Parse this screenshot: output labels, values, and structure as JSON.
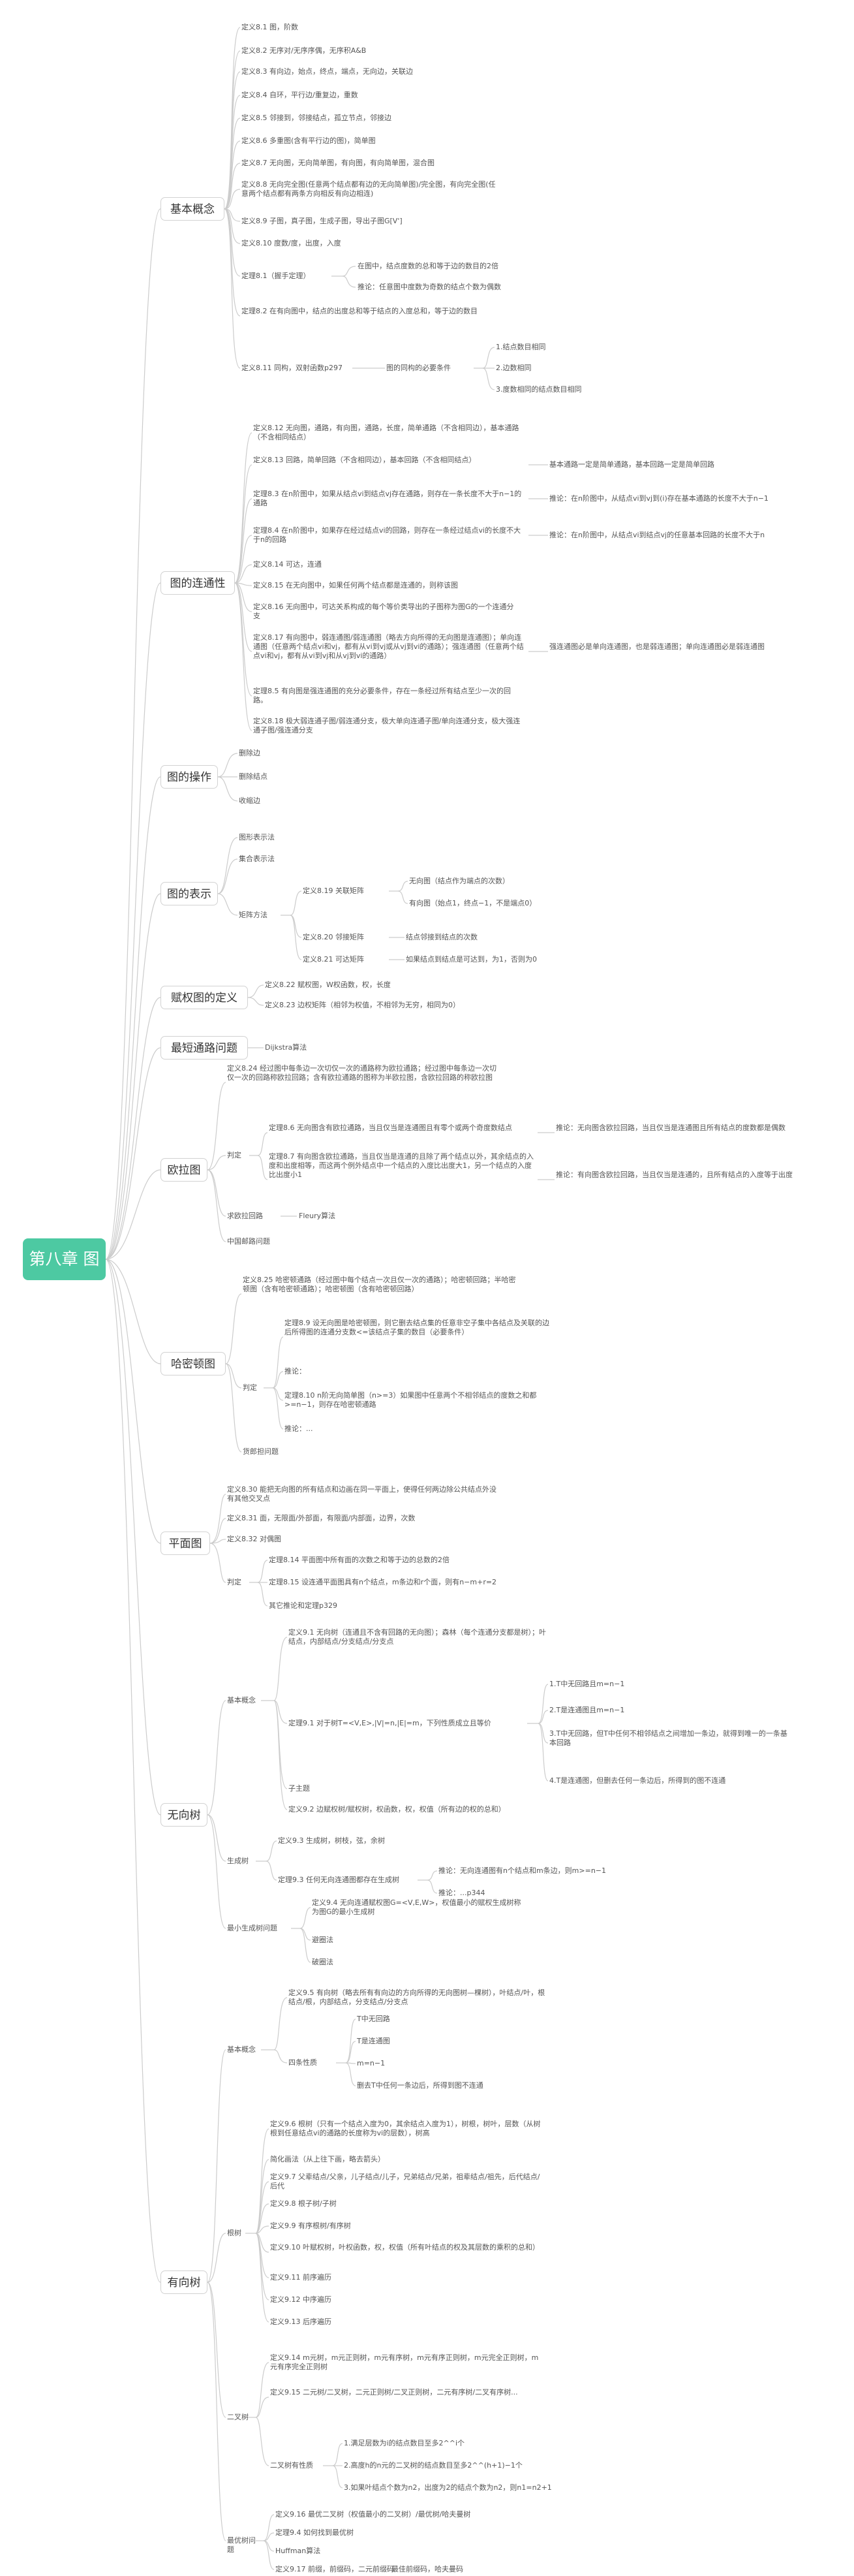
{
  "root": "第八章 图",
  "branches": {
    "basic": "基本概念",
    "conn": "图的连通性",
    "ops": "图的操作",
    "repr": "图的表示",
    "weighted": "赋权图的定义",
    "shortest": "最短通路问题",
    "euler": "欧拉图",
    "hamilton": "哈密顿图",
    "planar": "平面图",
    "utree": "无向树",
    "dtree": "有向树"
  },
  "basic": {
    "d1": "定义8.1 图，阶数",
    "d2": "定义8.2 无序对/无序序偶，无序积A&B",
    "d3": "定义8.3 有向边，始点，终点，端点，无向边，关联边",
    "d4": "定义8.4 自环，平行边/重复边，重数",
    "d5": "定义8.5 邻接到，邻接结点，孤立节点，邻接边",
    "d6": "定义8.6 多重图(含有平行边的图)，简单图",
    "d7": "定义8.7 无向图，无向简单图，有向图，有向简单图，混合图",
    "d8": "定义8.8 无向完全图(任意两个结点都有边的无向简单图)/完全图，有向完全图(任意两个结点都有两条方向相反有向边相连)",
    "d9": "定义8.9 子图，真子图，生成子图，导出子图G[V']",
    "d10": "定义8.10 度数/度，出度，入度",
    "t1": "定理8.1（握手定理）",
    "t1a": "在图中，结点度数的总和等于边的数目的2倍",
    "t1b": "推论：任意图中度数为奇数的结点个数为偶数",
    "t2": "定理8.2 在有向图中，结点的出度总和等于结点的入度总和，等于边的数目",
    "d11": "定义8.11 同构，双射函数p297",
    "d11a": "图的同构的必要条件",
    "d11b1": "1.结点数目相同",
    "d11b2": "2.边数相同",
    "d11b3": "3.度数相同的结点数目相同"
  },
  "conn": {
    "d12": "定义8.12 无向图，通路，有向图，通路，长度，简单通路（不含相同边），基本通路（不含相同结点）",
    "d13": "定义8.13 回路，简单回路（不含相同边），基本回路（不含相同结点）",
    "d13n": "基本通路一定是简单通路，基本回路一定是简单回路",
    "t3": "定理8.3 在n阶图中，如果从结点vi到结点vj存在通路，则存在一条长度不大于n−1的通路",
    "t3n": "推论：在n阶图中，从结点vi到vj到(i)存在基本通路的长度不大于n−1",
    "t4": "定理8.4 在n阶图中，如果存在经过结点vi的回路，则存在一条经过结点vi的长度不大于n的回路",
    "t4n": "推论：在n阶图中，从结点vi到结点vj的任意基本回路的长度不大于n",
    "d14": "定义8.14 可达，连通",
    "d15": "定义8.15 在无向图中，如果任何两个结点都是连通的，则称该图",
    "d16": "定义8.16 无向图中，可达关系构成的每个等价类导出的子图称为图G的一个连通分支",
    "d17": "定义8.17 有向图中，弱连通图/弱连通图（略去方向所得的无向图是连通图）；单向连通图（任意两个结点vi和vj，都有从vi到vj或从vj到vi的通路）；强连通图（任意两个结点vi和vj，都有从vi到vj和从vj到vi的通路）",
    "d17n": "强连通图必是单向连通图，也是弱连通图；单向连通图必是弱连通图",
    "t5": "定理8.5 有向图是强连通图的充分必要条件，存在一条经过所有结点至少一次的回路。",
    "d18": "定义8.18 极大弱连通子图/弱连通分支，极大单向连通子图/单向连通分支，极大强连通子图/强连通分支"
  },
  "ops": {
    "o1": "删除边",
    "o2": "删除结点",
    "o3": "收缩边"
  },
  "repr": {
    "r1": "图形表示法",
    "r2": "集合表示法",
    "r3": "矩阵方法",
    "d19": "定义8.19 关联矩阵",
    "d19a": "无向图（结点作为端点的次数）",
    "d19b": "有向图（始点1，终点−1，不是端点0）",
    "d20": "定义8.20 邻接矩阵",
    "d20a": "结点邻接到结点的次数",
    "d21": "定义8.21 可达矩阵",
    "d21a": "如果结点到结点是可达到，为1，否则为0"
  },
  "weighted": {
    "d22": "定义8.22 赋权图，W权函数，权，长度",
    "d23": "定义8.23 边权矩阵（相邻为权值，不相邻为无穷，相同为0）"
  },
  "shortest": {
    "s1": "Dijkstra算法"
  },
  "euler": {
    "d24": "定义8.24 经过图中每条边一次切仅一次的通路称为欧拉通路；经过图中每条边一次切仅一次的回路称欧拉回路；含有欧拉通路的图称为半欧拉图，含欧拉回路的称欧拉图",
    "judge": "判定",
    "t6": "定理8.6 无向图含有欧拉通路，当且仅当是连通图且有零个或两个奇度数结点",
    "t6n": "推论：无向图含欧拉回路，当且仅当是连通图且所有结点的度数都是偶数",
    "t7": "定理8.7 有向图含欧拉通路，当且仅当是连通的且除了两个结点以外，其余结点的入度和出度相等，而这两个例外结点中一个结点的入度比出度大1，另一个结点的入度比出度小1",
    "t7n": "推论：有向图含欧拉回路，当且仅当是连通的，且所有结点的入度等于出度",
    "alg": "求欧拉回路",
    "fleury": "Fleury算法",
    "cpp": "中国邮路问题"
  },
  "hamilton": {
    "d25": "定义8.25 哈密顿通路（经过图中每个结点一次且仅一次的通路）；哈密顿回路；半哈密顿图（含有哈密顿通路）；哈密顿图（含有哈密顿回路）",
    "judge": "判定",
    "t9": "定理8.9 设无向图是哈密顿图，则它删去结点集的任意非空子集中各结点及关联的边后所得图的连通分支数<=该结点子集的数目（必要条件）",
    "t9n": "推论：",
    "t10": "定理8.10 n阶无向简单图（n>=3）如果图中任意两个不相邻结点的度数之和都>=n−1，则存在哈密顿通路",
    "t10n": "推论：...",
    "tsp": "货郎担问题"
  },
  "planar": {
    "d30": "定义8.30 能把无向图的所有结点和边画在同一平面上，使得任何两边除公共结点外没有其他交叉点",
    "d31": "定义8.31 面，无限面/外部面，有限面/内部面，边界，次数",
    "d32": "定义8.32 对偶图",
    "judge": "判定",
    "t14": "定理8.14 平面图中所有面的次数之和等于边的总数的2倍",
    "t15": "定理8.15 设连通平面图具有n个结点，m条边和r个面，则有n−m+r=2",
    "other": "其它推论和定理p329"
  },
  "utree": {
    "basic": "基本概念",
    "d91": "定义9.1 无向树（连通且不含有回路的无向图）；森林（每个连通分支都是树）；叶结点，内部结点/分支结点/分支点",
    "t91": "定理9.1 对于树T=<V,E>,|V|=n,|E|=m，下列性质成立且等价",
    "p1": "1.T中无回路且m=n−1",
    "p2": "2.T是连通图且m=n−1",
    "p3": "3.T中无回路，但T中任何不相邻结点之间增加一条边，就得到唯一的一条基本回路",
    "p4": "4.T是连通图，但删去任何一条边后，所得到的图不连通",
    "subtree": "子主题",
    "d92": "定义9.2 边赋权树/赋权树，权函数，权，权值（所有边的权的总和）",
    "gen": "生成树",
    "d93": "定义9.3 生成树，树枝，弦，余树",
    "t93": "定理9.3 任何无向连通图都存在生成树",
    "t93n1": "推论：无向连通图有n个结点和m条边，则m>=n−1",
    "t93n2": "推论：...p344",
    "mst": "最小生成树问题",
    "d94": "定义9.4 无向连通赋权图G=<V,E,W>，权值最小的赋权生成树称为图G的最小生成树",
    "kruskal": "避圈法",
    "break": "破圈法"
  },
  "dtree": {
    "basic": "基本概念",
    "d95": "定义9.5 有向树（略去所有有向边的方向所得的无向图树—棵树），叶结点/叶，根结点/根，内部结点，分支结点/分支点",
    "four": "四条性质",
    "f1": "T中无回路",
    "f2": "T是连通图",
    "f3": "m=n−1",
    "f4": "删去T中任何一条边后，所得到图不连通",
    "root": "根树",
    "d96": "定义9.6 根树（只有一个结点入度为0，其余结点入度为1），树根，树叶，层数（从树根到任意结点vi的通路的长度称为vi的层数），树高",
    "simp": "简化画法（从上往下画，略去箭头）",
    "d97": "定义9.7 父辈结点/父亲，儿子结点/儿子，兄弟结点/兄弟，祖辈结点/祖先，后代结点/后代",
    "d98": "定义9.8 根子树/子树",
    "d99": "定义9.9 有序根树/有序树",
    "d910": "定义9.10 叶赋权树，叶权函数，权，权值（所有叶结点的权及其层数的乘积的总和）",
    "d911": "定义9.11 前序遍历",
    "d912": "定义9.12 中序遍历",
    "d913": "定义9.13 后序遍历",
    "bin": "二叉树",
    "d914": "定义9.14 m元树，m元正则树，m元有序树，m元有序正则树，m元完全正则树，m元有序完全正则树",
    "d915": "定义9.15 二元树/二叉树，二元正则树/二叉正则树，二元有序树/二叉有序树...",
    "bprop": "二叉树有性质",
    "b1": "1.满足层数为i的结点数目至多2^^i个",
    "b2": "2.高度h的n元的二叉树的结点数目至多2^^(h+1)−1个",
    "b3": "3.如果叶结点个数为n2，出度为2的结点个数为n2，则n1=n2+1",
    "opt": "最优树问题",
    "d916": "定义9.16 最优二叉树（权值最小的二叉树）/最优树/哈夫曼树",
    "t94": "定理9.4 如何找到最优树",
    "huff": "Huffman算法",
    "d917": "定义9.17 前缀，前缀码，二元前缀码",
    "opcode": "最佳前缀码，哈夫曼码"
  }
}
